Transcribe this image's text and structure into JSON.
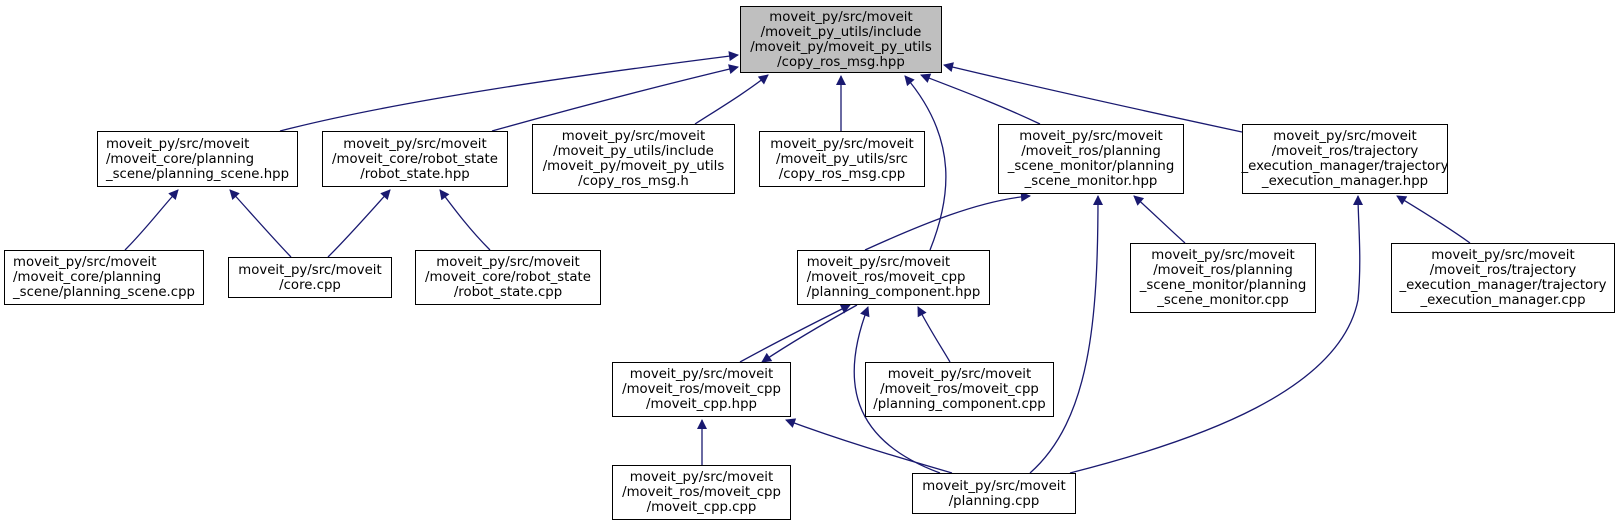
{
  "graph": {
    "edge_color": "#191970",
    "root_fill": "#bfbfbf",
    "nodes": {
      "root": "moveit_py/src/moveit\n/moveit_py_utils/include\n/moveit_py/moveit_py_utils\n/copy_ros_msg.hpp",
      "planning_scene_hpp": "moveit_py/src/moveit\n/moveit_core/planning\n_scene/planning_scene.hpp",
      "robot_state_hpp": "moveit_py/src/moveit\n/moveit_core/robot_state\n/robot_state.hpp",
      "copy_ros_msg_h": "moveit_py/src/moveit\n/moveit_py_utils/include\n/moveit_py/moveit_py_utils\n/copy_ros_msg.h",
      "copy_ros_msg_cpp": "moveit_py/src/moveit\n/moveit_py_utils/src\n/copy_ros_msg.cpp",
      "psm_hpp": "moveit_py/src/moveit\n/moveit_ros/planning\n_scene_monitor/planning\n_scene_monitor.hpp",
      "tem_hpp": "moveit_py/src/moveit\n/moveit_ros/trajectory\n_execution_manager/trajectory\n_execution_manager.hpp",
      "planning_scene_cpp": "moveit_py/src/moveit\n/moveit_core/planning\n_scene/planning_scene.cpp",
      "core_cpp": "moveit_py/src/moveit\n/core.cpp",
      "robot_state_cpp": "moveit_py/src/moveit\n/moveit_core/robot_state\n/robot_state.cpp",
      "planning_component_hpp": "moveit_py/src/moveit\n/moveit_ros/moveit_cpp\n/planning_component.hpp",
      "psm_cpp": "moveit_py/src/moveit\n/moveit_ros/planning\n_scene_monitor/planning\n_scene_monitor.cpp",
      "tem_cpp": "moveit_py/src/moveit\n/moveit_ros/trajectory\n_execution_manager/trajectory\n_execution_manager.cpp",
      "moveit_cpp_hpp": "moveit_py/src/moveit\n/moveit_ros/moveit_cpp\n/moveit_cpp.hpp",
      "planning_component_cpp": "moveit_py/src/moveit\n/moveit_ros/moveit_cpp\n/planning_component.cpp",
      "moveit_cpp_cpp": "moveit_py/src/moveit\n/moveit_ros/moveit_cpp\n/moveit_cpp.cpp",
      "planning_cpp": "moveit_py/src/moveit\n/planning.cpp"
    },
    "edges": [
      {
        "from": "planning_scene_hpp",
        "to": "root"
      },
      {
        "from": "robot_state_hpp",
        "to": "root"
      },
      {
        "from": "copy_ros_msg_h",
        "to": "root"
      },
      {
        "from": "copy_ros_msg_cpp",
        "to": "root"
      },
      {
        "from": "planning_component_hpp",
        "to": "root"
      },
      {
        "from": "psm_hpp",
        "to": "root"
      },
      {
        "from": "tem_hpp",
        "to": "root"
      },
      {
        "from": "planning_scene_cpp",
        "to": "planning_scene_hpp"
      },
      {
        "from": "core_cpp",
        "to": "planning_scene_hpp"
      },
      {
        "from": "core_cpp",
        "to": "robot_state_hpp"
      },
      {
        "from": "robot_state_cpp",
        "to": "robot_state_hpp"
      },
      {
        "from": "planning_component_hpp",
        "to": "psm_hpp"
      },
      {
        "from": "psm_cpp",
        "to": "psm_hpp"
      },
      {
        "from": "planning_cpp",
        "to": "psm_hpp"
      },
      {
        "from": "tem_cpp",
        "to": "tem_hpp"
      },
      {
        "from": "planning_cpp",
        "to": "tem_hpp"
      },
      {
        "from": "moveit_cpp_hpp",
        "to": "planning_component_hpp"
      },
      {
        "from": "planning_component_hpp",
        "to": "moveit_cpp_hpp"
      },
      {
        "from": "planning_component_cpp",
        "to": "planning_component_hpp"
      },
      {
        "from": "planning_cpp",
        "to": "planning_component_hpp"
      },
      {
        "from": "moveit_cpp_cpp",
        "to": "moveit_cpp_hpp"
      },
      {
        "from": "planning_cpp",
        "to": "moveit_cpp_hpp"
      }
    ]
  }
}
